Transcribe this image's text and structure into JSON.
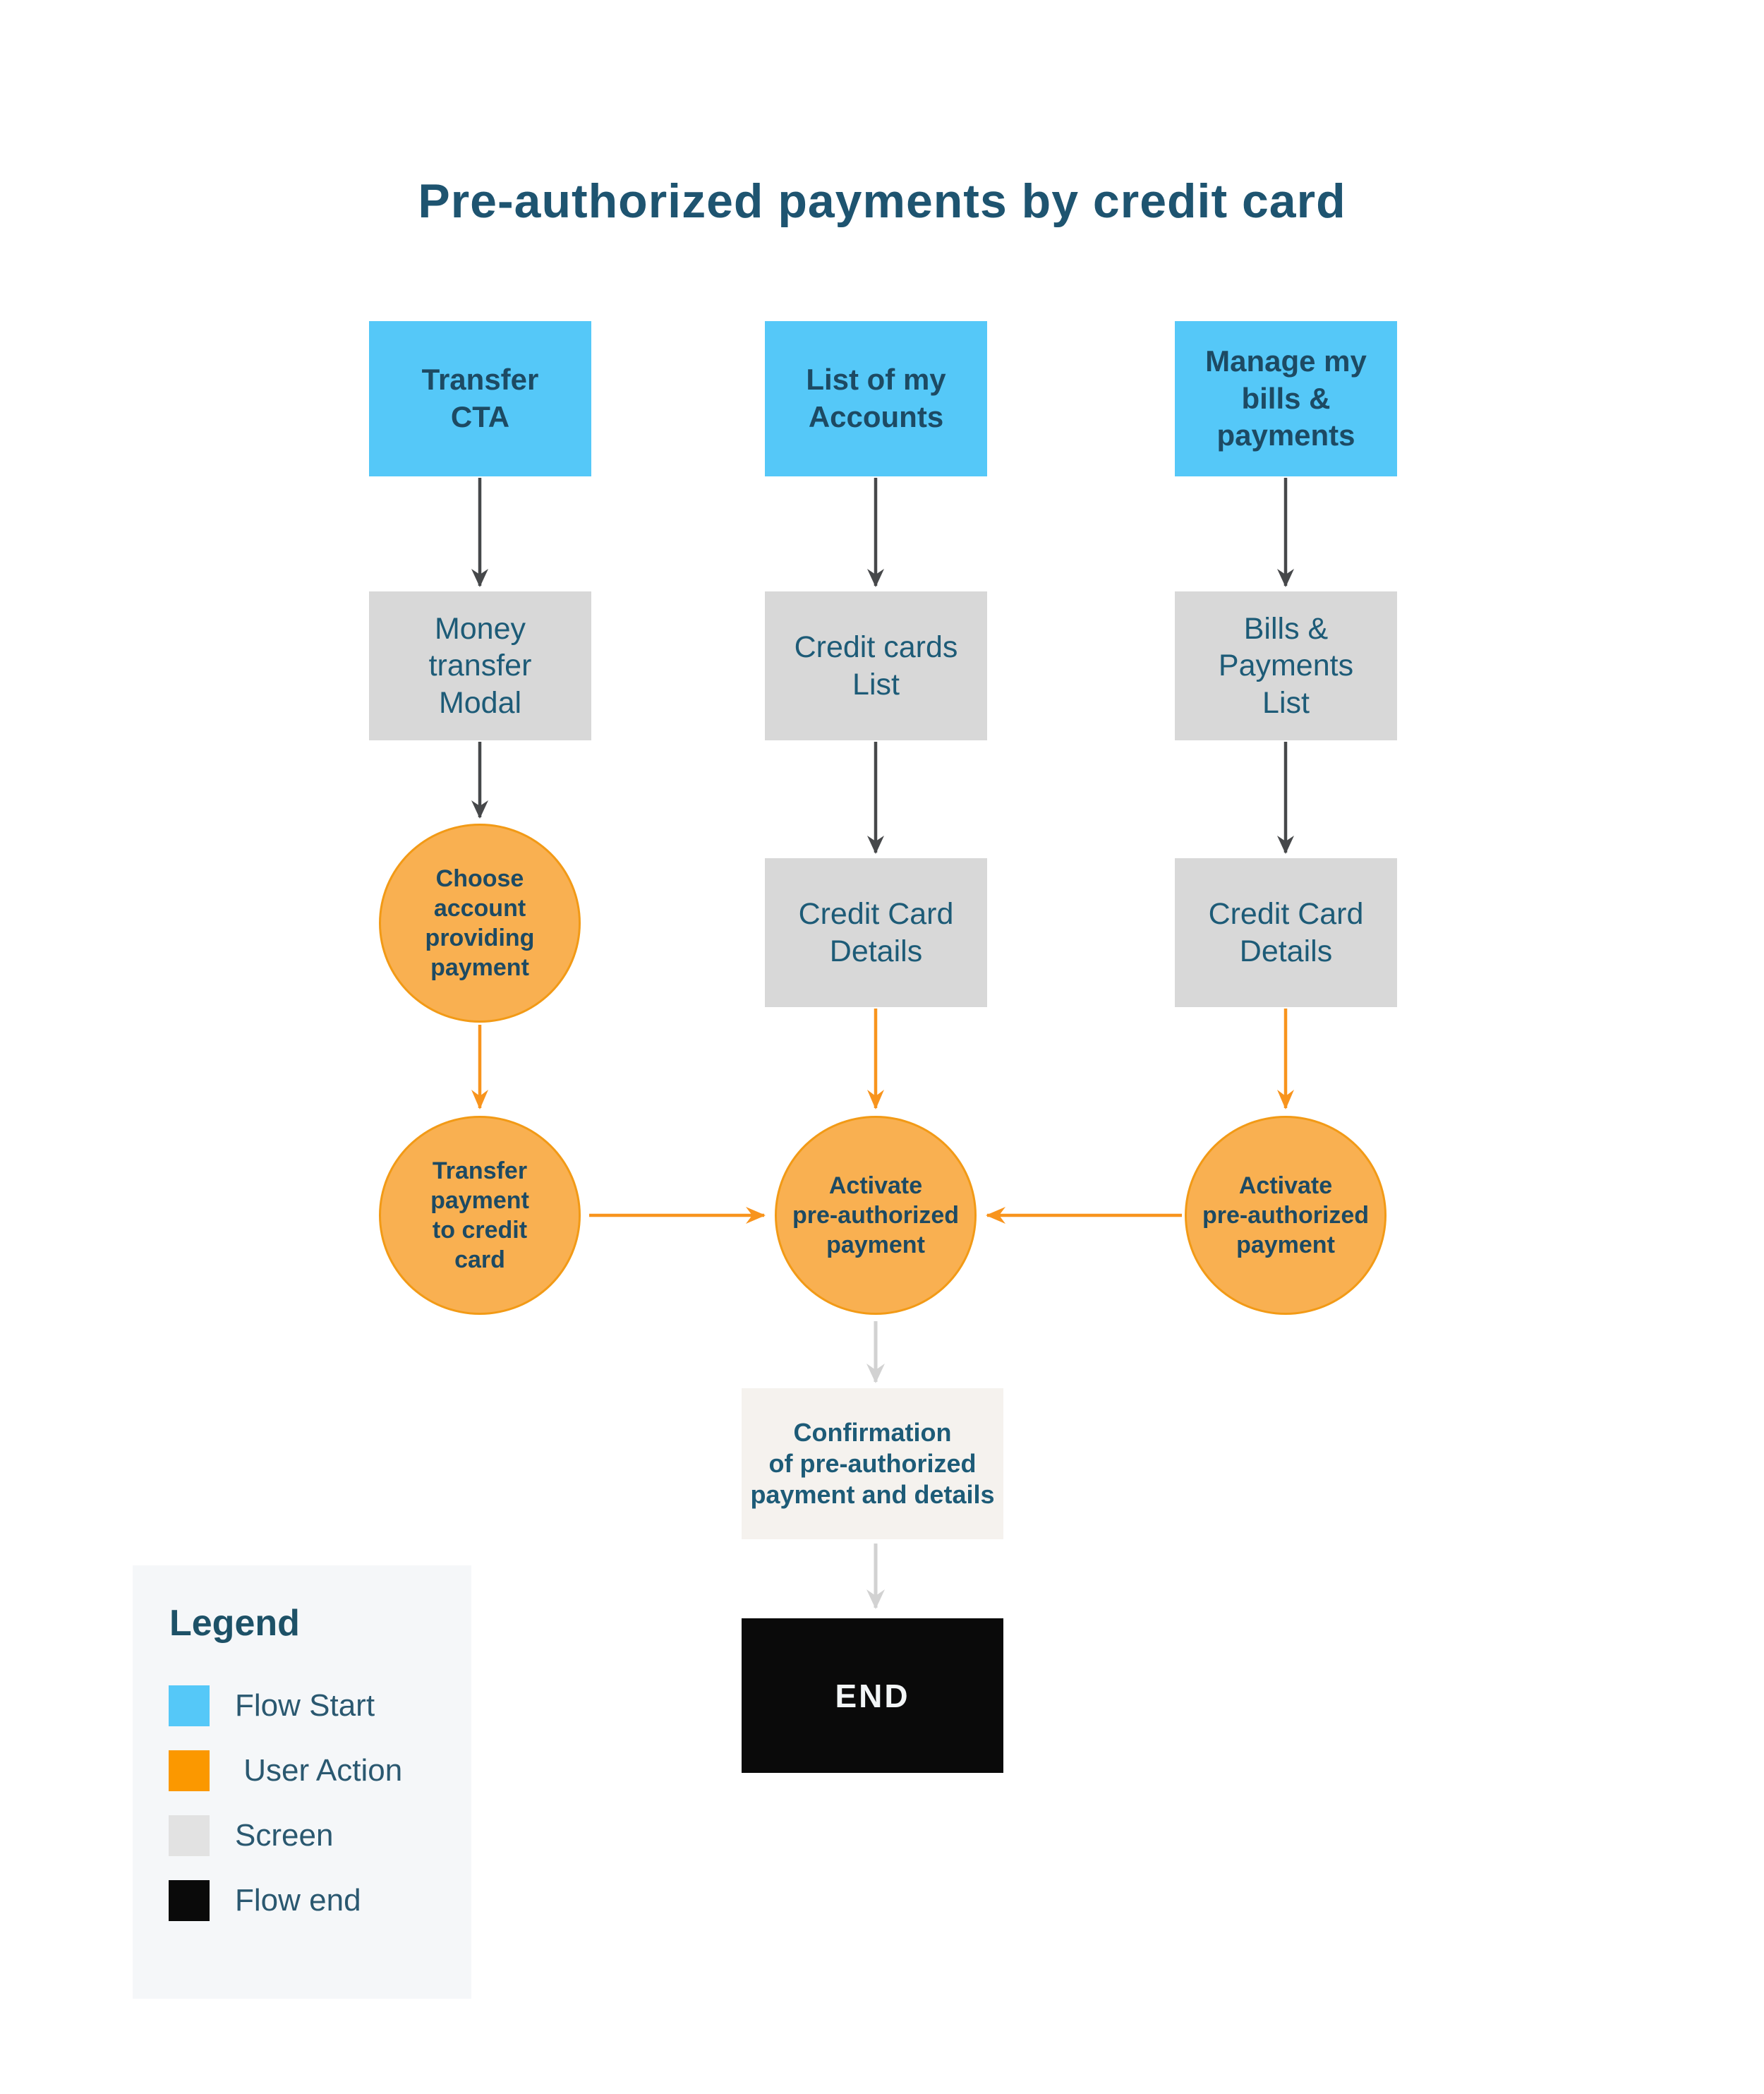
{
  "title": "Pre-authorized payments by credit card",
  "flow": {
    "columns": [
      {
        "start": "Transfer\nCTA",
        "screen": "Money\ntransfer\nModal",
        "action1": "Choose\naccount\nproviding\npayment",
        "action2": "Transfer\npayment\nto credit\ncard"
      },
      {
        "start": "List of my\nAccounts",
        "screen1": "Credit cards\nList",
        "screen2": "Credit Card\nDetails",
        "action": "Activate\npre-authorized\npayment"
      },
      {
        "start": "Manage my\nbills &\npayments",
        "screen1": "Bills &\nPayments\nList",
        "screen2": "Credit Card\nDetails",
        "action": "Activate\npre-authorized\npayment"
      }
    ],
    "confirmation": "Confirmation\nof pre-authorized\npayment and details",
    "end": "END"
  },
  "legend": {
    "title": "Legend",
    "items": [
      {
        "label": "Flow Start",
        "color": "#55c8f8"
      },
      {
        "label": " User Action",
        "color": "#fb9800"
      },
      {
        "label": "Screen",
        "color": "#e2e2e2"
      },
      {
        "label": "Flow end",
        "color": "#0a0a0a"
      }
    ]
  },
  "colors": {
    "title_text": "#1e5470",
    "flow_start_fill": "#55c8f8",
    "screen_fill": "#d8d8d8",
    "user_action_fill": "#f9b051",
    "user_action_border": "#f29a16",
    "flow_end_fill": "#0a0a0a",
    "confirmation_fill": "#f5f2ee",
    "legend_panel_fill": "#f5f7f9",
    "arrow_dark": "#46484a",
    "arrow_orange": "#f8941d",
    "arrow_light": "#d2d2d2",
    "node_text_navy": "#1d4a63",
    "node_text_teal": "#1d5b77"
  }
}
